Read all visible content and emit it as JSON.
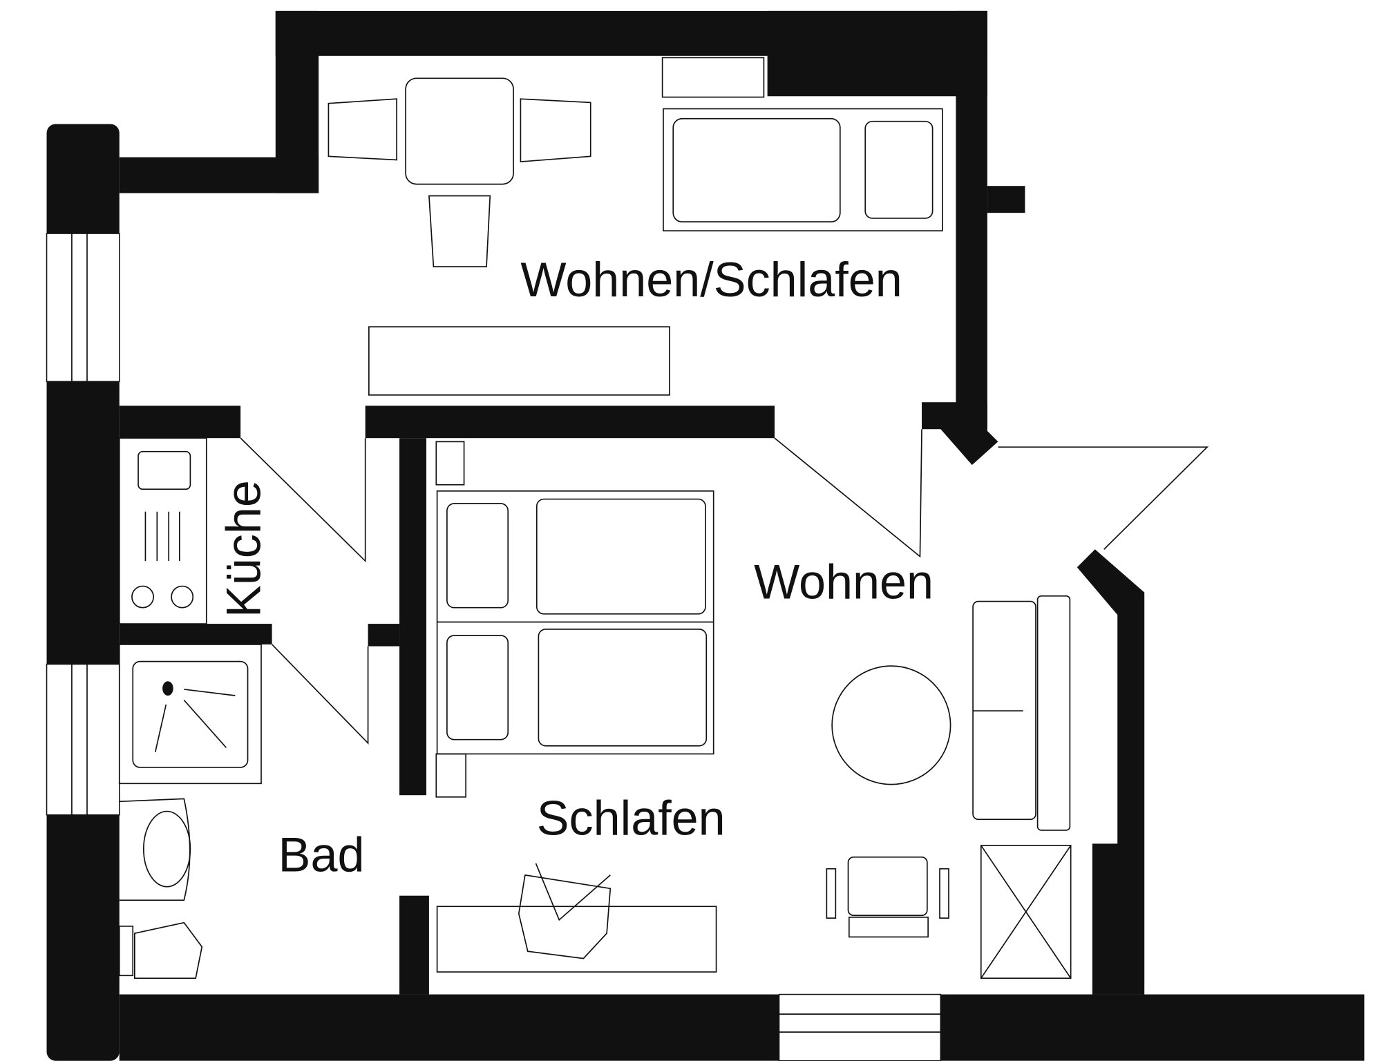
{
  "rooms": {
    "wohnen_schlafen": "Wohnen/Schlafen",
    "wohnen": "Wohnen",
    "schlafen": "Schlafen",
    "bad": "Bad",
    "kueche": "Küche"
  },
  "colors": {
    "wall": "#111111",
    "background": "#ffffff"
  }
}
